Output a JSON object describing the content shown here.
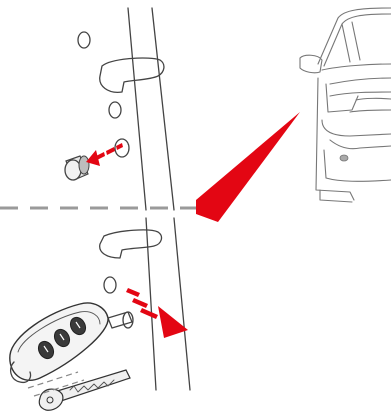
{
  "colors": {
    "accent_red": "#e30613",
    "arrow_dash_red": "#e30613",
    "line_dark": "#444444",
    "line_car": "#777777",
    "divider_grey": "#9a9a9a",
    "background": "#ffffff"
  },
  "icons": {
    "detail_pointer": "red-wedge-pointer",
    "removal_arrow": "red-dashed-arrow",
    "insertion_arrow": "red-dashed-arrow"
  },
  "panels": {
    "top": "lock-cap-removal",
    "bottom": "key-blade-insertion",
    "reference": "car-front-view"
  }
}
